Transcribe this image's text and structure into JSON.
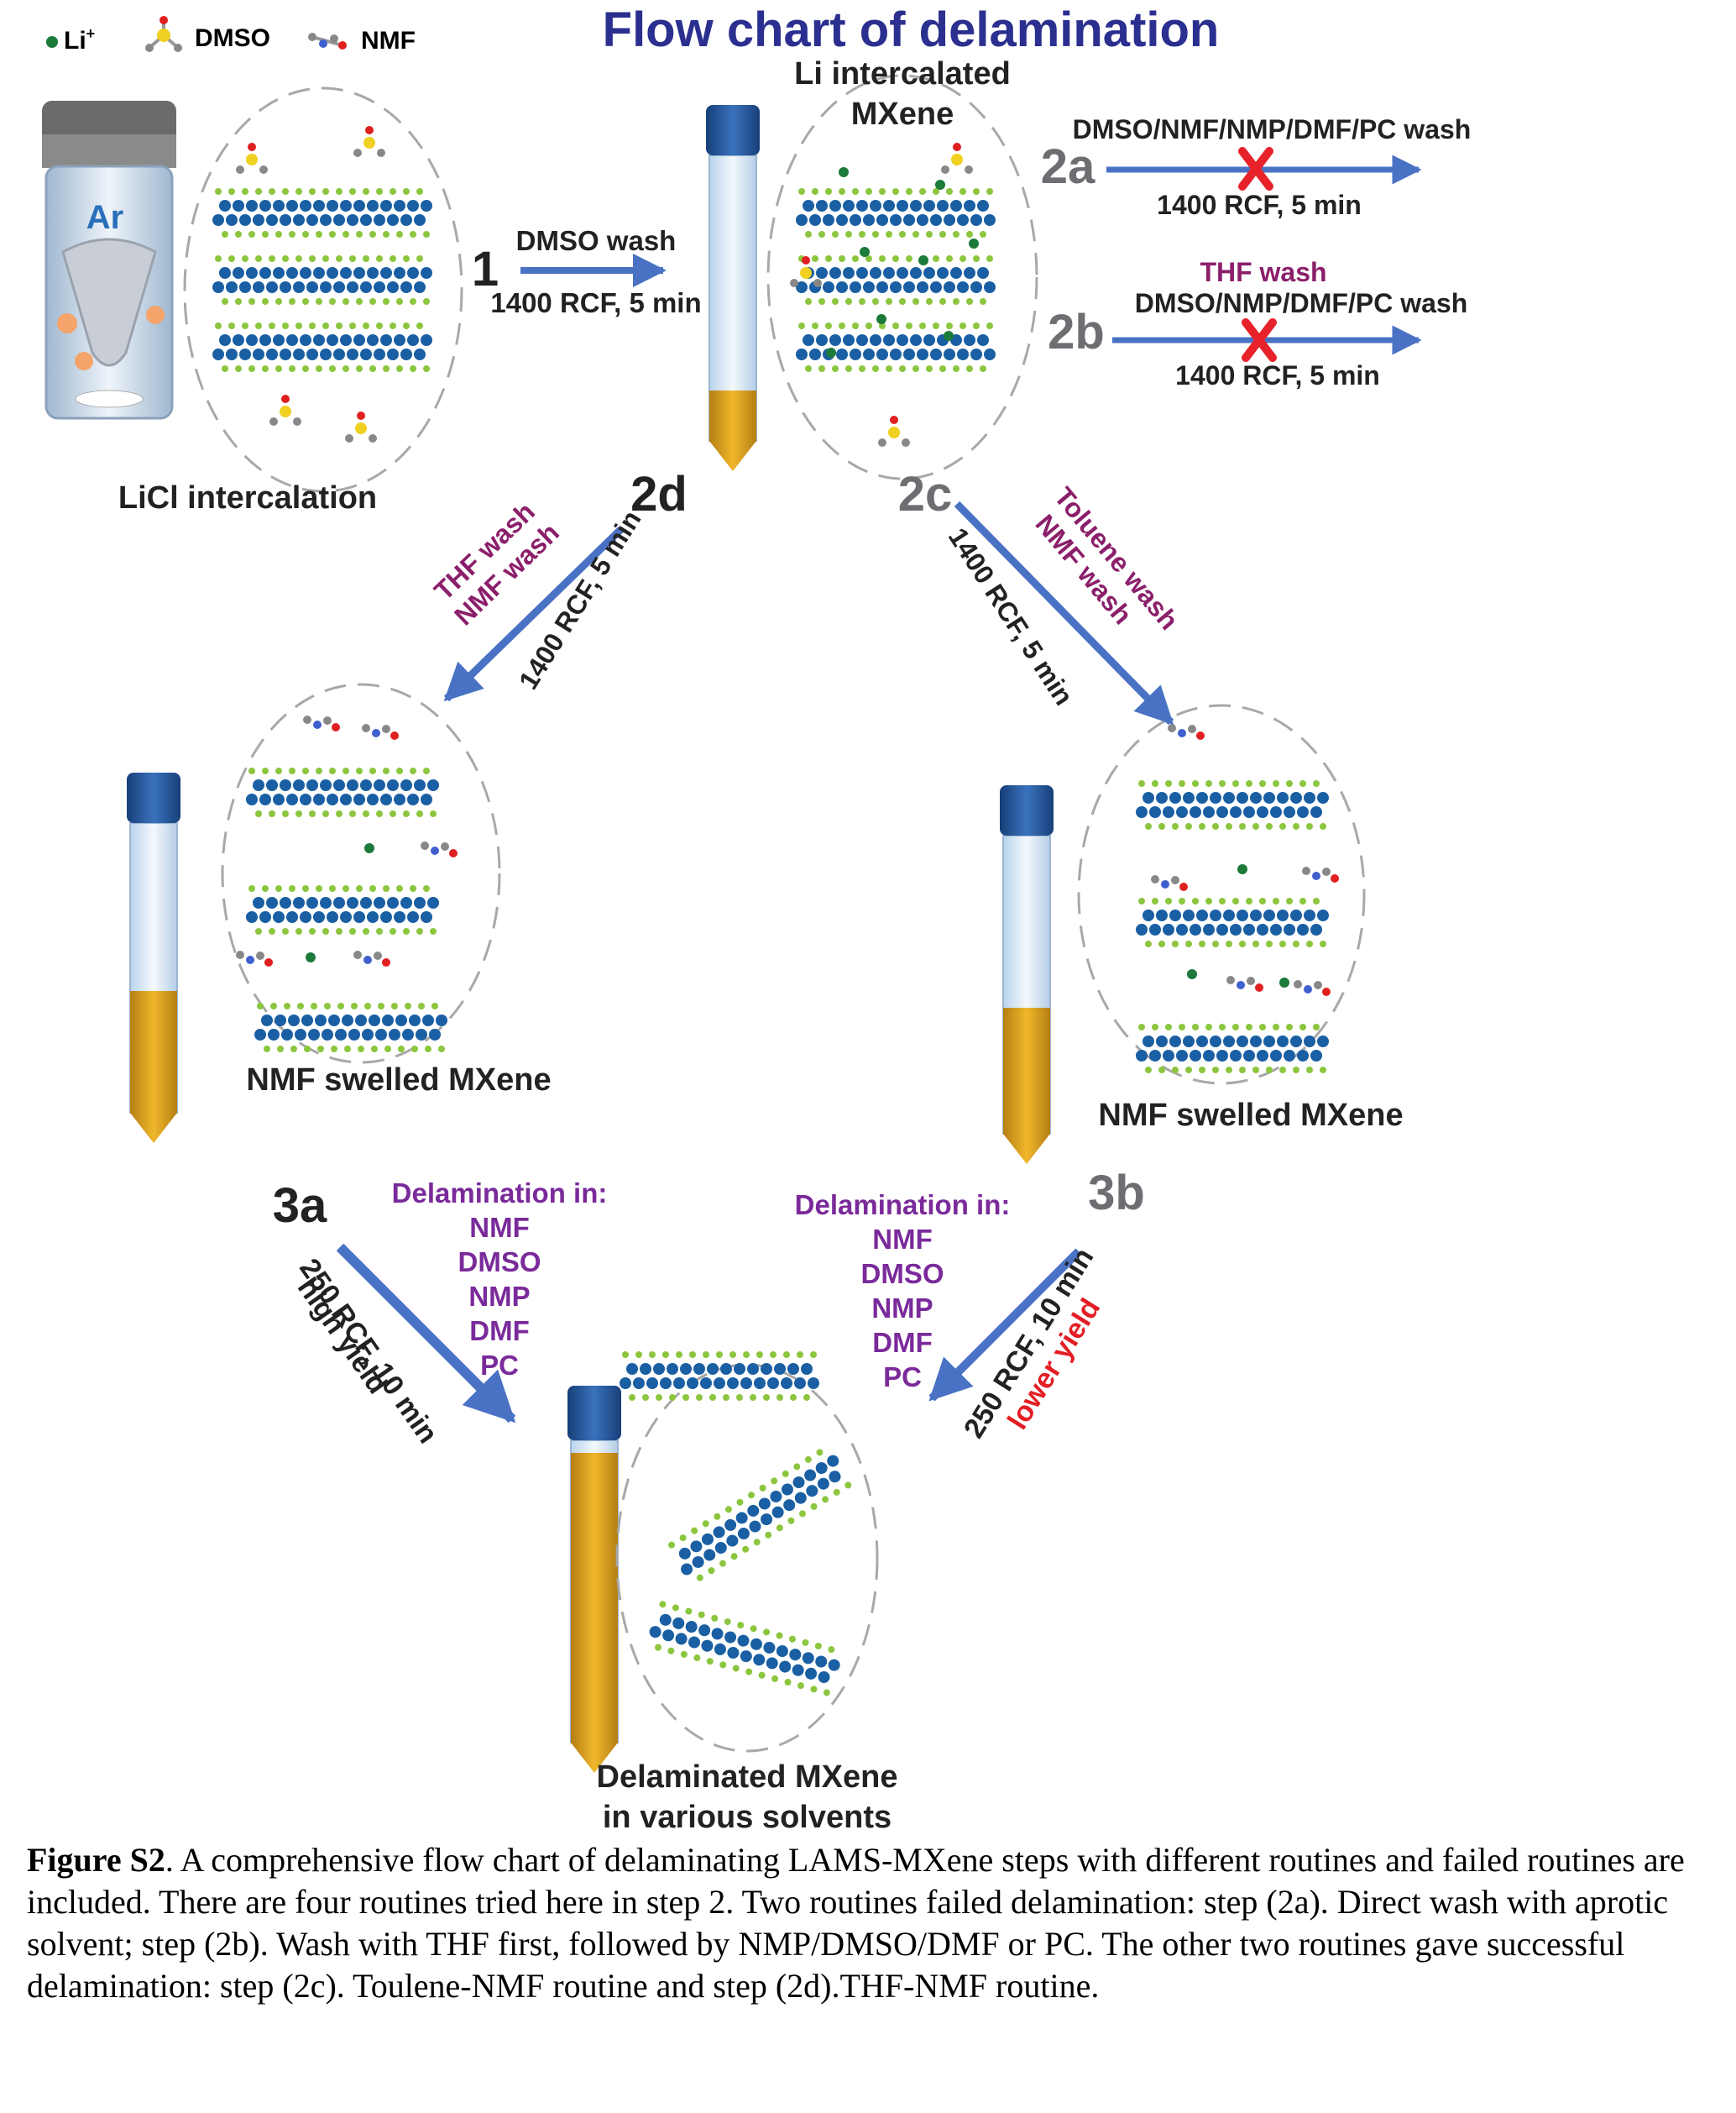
{
  "title": "Flow chart of delamination",
  "legend": {
    "li": "Li",
    "li_sup": "+",
    "dmso": "DMSO",
    "nmf": "NMF"
  },
  "ar_label": "Ar",
  "licl_label": "LiCl intercalation",
  "li_mxene_label": [
    "Li intercalated",
    "MXene"
  ],
  "step1": {
    "num": "1",
    "top": "DMSO wash",
    "bottom": "1400 RCF, 5 min"
  },
  "step2a": {
    "num": "2a",
    "top": "DMSO/NMF/NMP/DMF/PC wash",
    "bottom": "1400 RCF, 5 min"
  },
  "step2b": {
    "num": "2b",
    "top1": "THF wash",
    "top2": "DMSO/NMP/DMF/PC wash",
    "bottom": "1400 RCF, 5 min"
  },
  "step2c": {
    "num": "2c",
    "wash1": "Toluene wash",
    "wash2": "NMF wash",
    "cond": "1400 RCF, 5 min"
  },
  "step2d": {
    "num": "2d",
    "wash1": "THF wash",
    "wash2": "NMF wash",
    "cond": "1400 RCF, 5 min"
  },
  "nmf_left_label": "NMF swelled MXene",
  "nmf_right_label": "NMF swelled MXene",
  "step3a": {
    "num": "3a",
    "cond": "250 RCF, 10 min",
    "yield": "high yield"
  },
  "step3b": {
    "num": "3b",
    "cond": "250 RCF, 10 min",
    "yield": "lower yield"
  },
  "delam_heading": "Delamination in:",
  "solvents": [
    "NMF",
    "DMSO",
    "NMP",
    "DMF",
    "PC"
  ],
  "final_label": [
    "Delaminated MXene",
    "in various solvents"
  ],
  "caption": {
    "bold": "Figure S2",
    "text": ". A comprehensive flow chart of delaminating LAMS-MXene steps with different routines and failed routines are included. There are four routines tried here in step 2. Two routines failed delamination: step (2a). Direct wash with aprotic solvent; step (2b). Wash with THF first, followed by NMP/DMSO/DMF or PC. The other two routines gave successful delamination: step (2c). Toulene-NMF routine and step (2d).THF-NMF routine."
  },
  "colors": {
    "title": "#2b2f8f",
    "arrow": "#4a72c4",
    "purple": "#8b1f6b",
    "violet": "#7a2a9a",
    "red_x": "#e8222a",
    "red_text": "#e31e24",
    "gray_step": "#6d6e71",
    "ti_blue": "#1a5fa3",
    "c_green": "#8cc63f",
    "li_green": "#1c7a3a",
    "liquid": "#d49a1e",
    "cap_blue": "#2a5a9c"
  }
}
